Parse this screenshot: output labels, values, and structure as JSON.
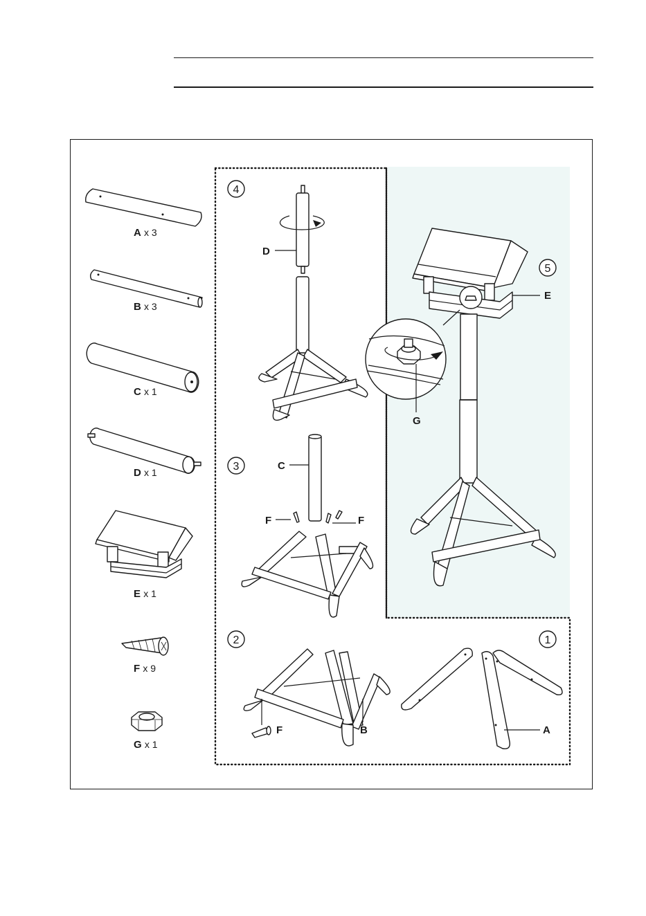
{
  "parts": [
    {
      "letter": "A",
      "count": "x 3"
    },
    {
      "letter": "B",
      "count": "x 3"
    },
    {
      "letter": "C",
      "count": "x 1"
    },
    {
      "letter": "D",
      "count": "x 1"
    },
    {
      "letter": "E",
      "count": "x 1"
    },
    {
      "letter": "F",
      "count": "x 9"
    },
    {
      "letter": "G",
      "count": "x 1"
    }
  ],
  "steps": [
    {
      "number": "1",
      "labels": [
        "A"
      ]
    },
    {
      "number": "2",
      "labels": [
        "F",
        "B"
      ]
    },
    {
      "number": "3",
      "labels": [
        "C",
        "F",
        "F"
      ]
    },
    {
      "number": "4",
      "labels": [
        "D"
      ]
    },
    {
      "number": "5",
      "labels": [
        "E",
        "G"
      ]
    }
  ],
  "colors": {
    "ink": "#1a1a1a",
    "highlight": "#eef7f6",
    "paper": "#ffffff"
  }
}
